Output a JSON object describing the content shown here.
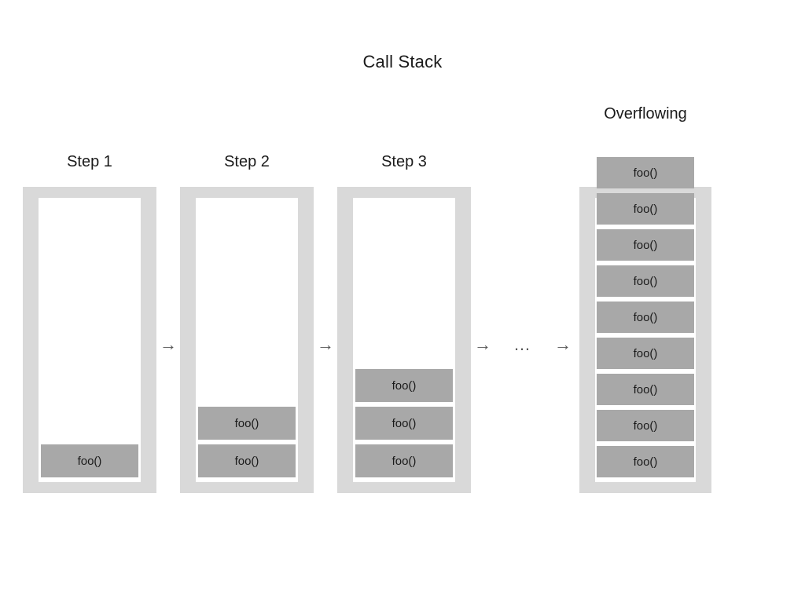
{
  "diagram": {
    "title": "Call Stack",
    "background_color": "#ffffff",
    "frame_color": "#d9d9d9",
    "frame_inner_color": "#ffffff",
    "box_color": "#a8a8a8",
    "text_color": "#1a1a1a",
    "connector_color": "#555555"
  },
  "columns": [
    {
      "id": "step-1",
      "label": "Step 1",
      "frame_count": 1,
      "overflowing": false,
      "boxes": [
        {
          "label": "foo()"
        }
      ]
    },
    {
      "id": "step-2",
      "label": "Step 2",
      "frame_count": 2,
      "overflowing": false,
      "boxes": [
        {
          "label": "foo()"
        },
        {
          "label": "foo()"
        }
      ]
    },
    {
      "id": "step-3",
      "label": "Step 3",
      "frame_count": 3,
      "overflowing": false,
      "boxes": [
        {
          "label": "foo()"
        },
        {
          "label": "foo()"
        },
        {
          "label": "foo()"
        }
      ]
    },
    {
      "id": "overflowing",
      "label": "Overflowing",
      "frame_count": 9,
      "overflowing": true,
      "boxes": [
        {
          "label": "foo()"
        },
        {
          "label": "foo()"
        },
        {
          "label": "foo()"
        },
        {
          "label": "foo()"
        },
        {
          "label": "foo()"
        },
        {
          "label": "foo()"
        },
        {
          "label": "foo()"
        },
        {
          "label": "foo()"
        },
        {
          "label": "foo()"
        }
      ]
    }
  ],
  "connectors": [
    {
      "id": "arrow-1",
      "glyph": "→",
      "kind": "arrow"
    },
    {
      "id": "arrow-2",
      "glyph": "→",
      "kind": "arrow"
    },
    {
      "id": "arrow-3",
      "glyph": "→",
      "kind": "arrow"
    },
    {
      "id": "ellipsis-1",
      "glyph": "…",
      "kind": "ellipsis"
    },
    {
      "id": "arrow-4",
      "glyph": "→",
      "kind": "arrow"
    }
  ]
}
